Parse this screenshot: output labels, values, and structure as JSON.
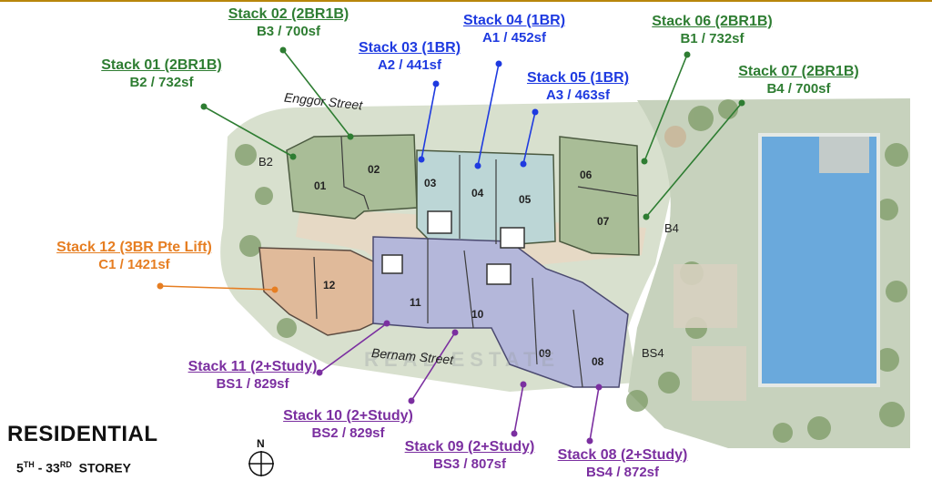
{
  "heading": "RESIDENTIAL",
  "storey": {
    "from": "5",
    "from_sup": "TH",
    "sep": "-",
    "to": "33",
    "to_sup": "RD",
    "suffix": "STOREY"
  },
  "compass": "N",
  "streets": {
    "north": "Enggor Street",
    "south": "Bernam Street"
  },
  "zones": {
    "b2": "B2",
    "b4": "B4",
    "bs4": "BS4"
  },
  "watermark": "REAL ESTATE",
  "units": [
    "01",
    "02",
    "03",
    "04",
    "05",
    "06",
    "07",
    "08",
    "09",
    "10",
    "11",
    "12"
  ],
  "stacks": [
    {
      "title": "Stack 01 (2BR1B)",
      "detail": "B2 / 732sf",
      "color": "#2e7d32"
    },
    {
      "title": "Stack 02 (2BR1B)",
      "detail": "B3 /  700sf",
      "color": "#2e7d32"
    },
    {
      "title": "Stack 03 (1BR)",
      "detail": "A2 / 441sf",
      "color": "#1e3ae0"
    },
    {
      "title": "Stack 04 (1BR)",
      "detail": "A1 / 452sf",
      "color": "#1e3ae0"
    },
    {
      "title": "Stack 05 (1BR)",
      "detail": "A3 / 463sf",
      "color": "#1e3ae0"
    },
    {
      "title": "Stack 06 (2BR1B)",
      "detail": "B1 / 732sf",
      "color": "#2e7d32"
    },
    {
      "title": "Stack 07 (2BR1B)",
      "detail": "B4 / 700sf",
      "color": "#2e7d32"
    },
    {
      "title": "Stack 12 (3BR Pte Lift)",
      "detail": "C1 / 1421sf",
      "color": "#e67e22"
    },
    {
      "title": "Stack 11 (2+Study)",
      "detail": "BS1 / 829sf",
      "color": "#7b2fa0"
    },
    {
      "title": "Stack 10 (2+Study)",
      "detail": "BS2 / 829sf",
      "color": "#7b2fa0"
    },
    {
      "title": "Stack 09 (2+Study)",
      "detail": "BS3 / 807sf",
      "color": "#7b2fa0"
    },
    {
      "title": "Stack 08 (2+Study)",
      "detail": "BS4 / 872sf",
      "color": "#7b2fa0"
    }
  ]
}
